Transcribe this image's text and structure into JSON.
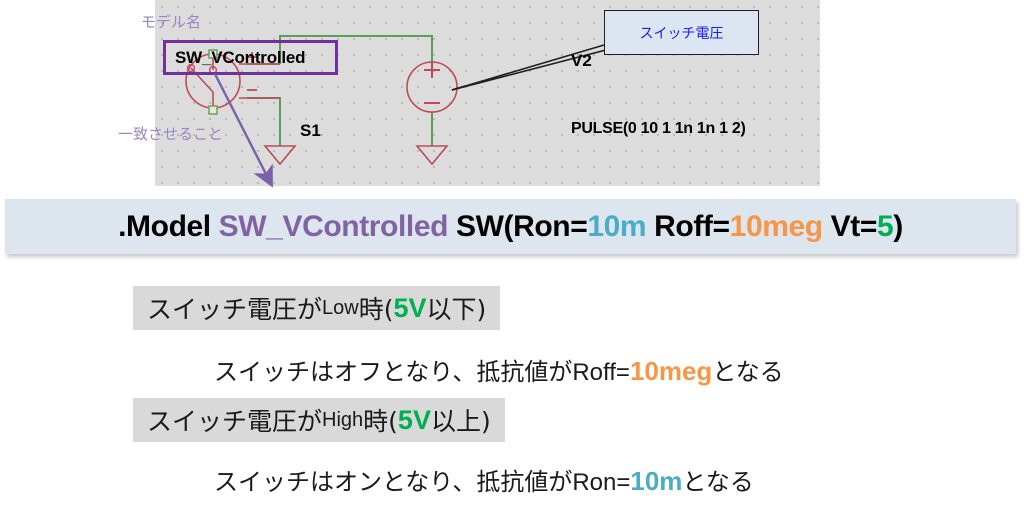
{
  "schematic": {
    "annotations": {
      "model_name_label": "モデル名",
      "match_label": "一致させること",
      "callout_label": "スイッチ電圧"
    },
    "components": {
      "model_name_value": "SW_VControlled",
      "switch_designator": "S1",
      "source_designator": "V2",
      "source_value": "PULSE(0 10 1 1n 1n 1 2)",
      "plus_sign": "+",
      "minus_sign": "−"
    },
    "colors": {
      "background": "#dcdcdc",
      "wire": "#5a9e5a",
      "symbol": "#c04a54",
      "node": "#7aa86a",
      "model_box_border": "#7030a0",
      "annotation_purple": "#9a86c0",
      "callout_fill": "#dce6f2",
      "callout_text": "#1a1aff"
    }
  },
  "model_statement": {
    "prefix": ".Model ",
    "model_name": "SW_VControlled",
    "middle": " SW(Ron=",
    "ron_value": "10m",
    "between": " Roff=",
    "roff_value": "10meg",
    "vt_label": " Vt=",
    "vt_value": "5",
    "suffix": ")",
    "colors": {
      "model_name": "#8064a2",
      "ron": "#4bacc6",
      "roff": "#f79646",
      "vt": "#00b050",
      "background": "#dde5ef"
    }
  },
  "conditions": [
    {
      "head_jp": "スイッチ電圧が",
      "head_state": "Low",
      "head_jp2": "時(",
      "threshold": "5V",
      "head_jp3": "以下)",
      "result_jp": "スイッチはオフとなり、抵抗値が",
      "result_param": "Roff=",
      "result_value": "10meg",
      "result_jp2": "となる",
      "value_color": "#f79646"
    },
    {
      "head_jp": "スイッチ電圧が",
      "head_state": "High",
      "head_jp2": "時(",
      "threshold": "5V",
      "head_jp3": "以上)",
      "result_jp": "スイッチはオンとなり、抵抗値が",
      "result_param": "Ron=",
      "result_value": "10m",
      "result_jp2": "となる",
      "value_color": "#4bacc6"
    }
  ]
}
